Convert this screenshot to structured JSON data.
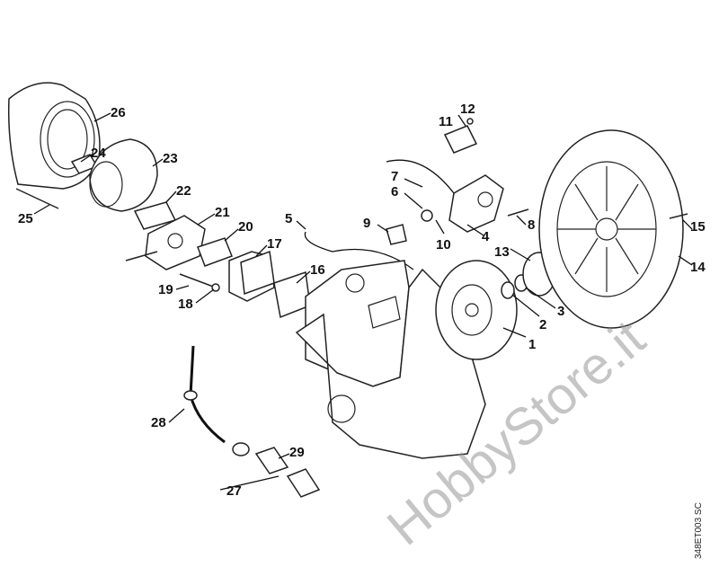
{
  "labels": {
    "p1": "1",
    "p2": "2",
    "p3": "3",
    "p4": "4",
    "p5": "5",
    "p6": "6",
    "p7": "7",
    "p8": "8",
    "p9": "9",
    "p10": "10",
    "p11": "11",
    "p12": "12",
    "p13": "13",
    "p14": "14",
    "p15": "15",
    "p16": "16",
    "p17": "17",
    "p18": "18",
    "p19": "19",
    "p20": "20",
    "p21": "21",
    "p22": "22",
    "p23": "23",
    "p24": "24",
    "p25": "25",
    "p26": "26",
    "p27": "27",
    "p28": "28",
    "p29": "29"
  },
  "watermark": "HobbyStore.it",
  "drawing_code": "348ET003 SC"
}
